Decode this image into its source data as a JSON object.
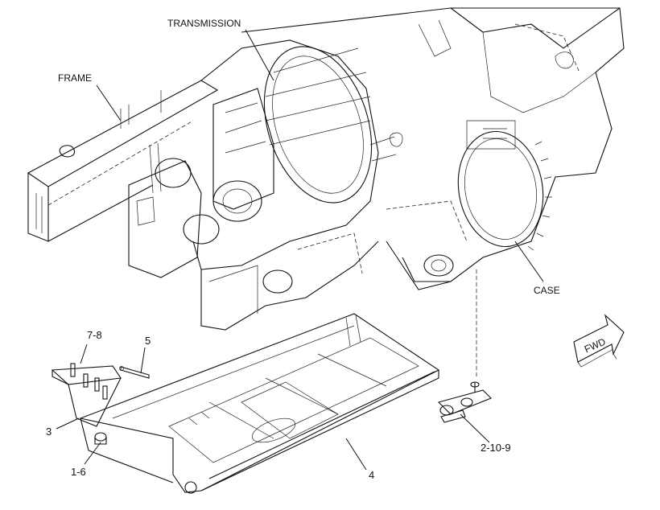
{
  "labels": {
    "transmission": "TRANSMISSION",
    "frame": "FRAME",
    "case": "CASE",
    "fwd": "FWD",
    "callout_7_8": "7-8",
    "callout_5": "5",
    "callout_3": "3",
    "callout_1_6": "1-6",
    "callout_4": "4",
    "callout_2_10_9": "2-10-9"
  }
}
